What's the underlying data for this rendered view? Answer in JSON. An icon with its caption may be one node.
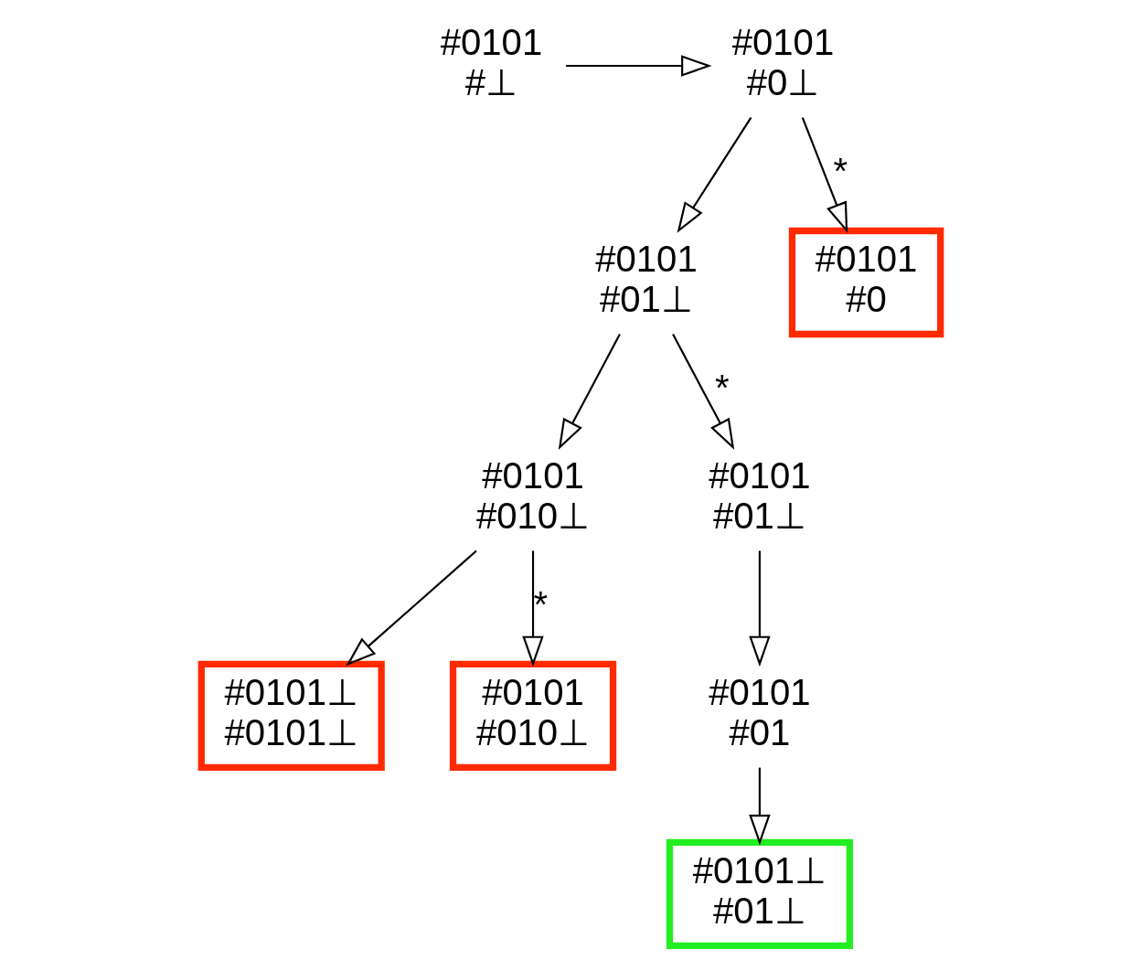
{
  "diagram": {
    "nodes": [
      {
        "text": [
          "#0101",
          "#⊥"
        ]
      },
      {
        "text": [
          "#0101",
          "#0⊥"
        ]
      },
      {
        "text": [
          "#0101",
          "#01⊥"
        ]
      },
      {
        "text": [
          "#0101",
          "#0"
        ]
      },
      {
        "text": [
          "#0101",
          "#010⊥"
        ]
      },
      {
        "text": [
          "#0101",
          "#01⊥"
        ]
      },
      {
        "text": [
          "#0101⊥",
          "#0101⊥"
        ]
      },
      {
        "text": [
          "#0101",
          "#010⊥"
        ]
      },
      {
        "text": [
          "#0101",
          "#01"
        ]
      },
      {
        "text": [
          "#0101⊥",
          "#01⊥"
        ]
      }
    ],
    "edges": [
      {
        "from": 0,
        "to": 1,
        "arrow": "to"
      },
      {
        "from": 1,
        "to": 2,
        "arrow": "to"
      },
      {
        "from": 1,
        "to": 3,
        "arrow": "to",
        "label": "*"
      },
      {
        "from": 2,
        "to": 4,
        "arrow": "to"
      },
      {
        "from": 2,
        "to": 5,
        "arrow": "to",
        "label": "*"
      },
      {
        "from": 4,
        "to": 6,
        "arrow": "to"
      },
      {
        "from": 4,
        "to": 7,
        "arrow": "to",
        "label": "*"
      },
      {
        "from": 5,
        "to": 8,
        "arrow": "to"
      },
      {
        "from": 8,
        "to": 9,
        "arrow": "to"
      }
    ]
  }
}
